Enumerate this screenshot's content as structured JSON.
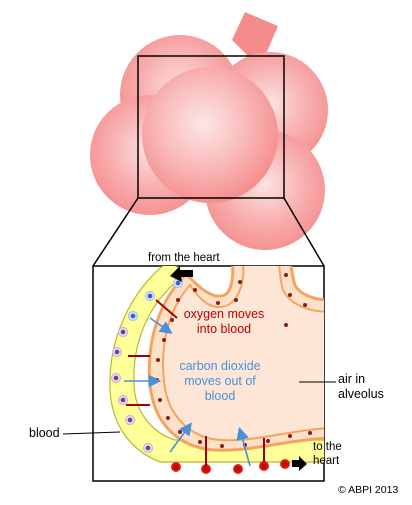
{
  "labels": {
    "from_the_heart": "from the heart",
    "oxygen": [
      "oxygen moves",
      "into blood"
    ],
    "carbon_dioxide": [
      "carbon dioxide",
      "moves out of",
      "blood"
    ],
    "air": [
      "air in",
      "alveolus"
    ],
    "blood": "blood",
    "to_heart": [
      "to the",
      "heart"
    ],
    "copyright": "© ABPI 2013"
  },
  "colors": {
    "alveolus_pink": "#f48c8c",
    "alveolus_highlight": "#fde6e6",
    "capillary_yellow": "#ffff99",
    "capillary_border": "#cccc33",
    "cell_wall_orange": "#f4a460",
    "cell_wall_fill": "#fde0c8",
    "air_fill": "#fde6d6",
    "oxygen_red": "#c00000",
    "co2_blue": "#4a90d9",
    "arrow_black": "#000000"
  }
}
